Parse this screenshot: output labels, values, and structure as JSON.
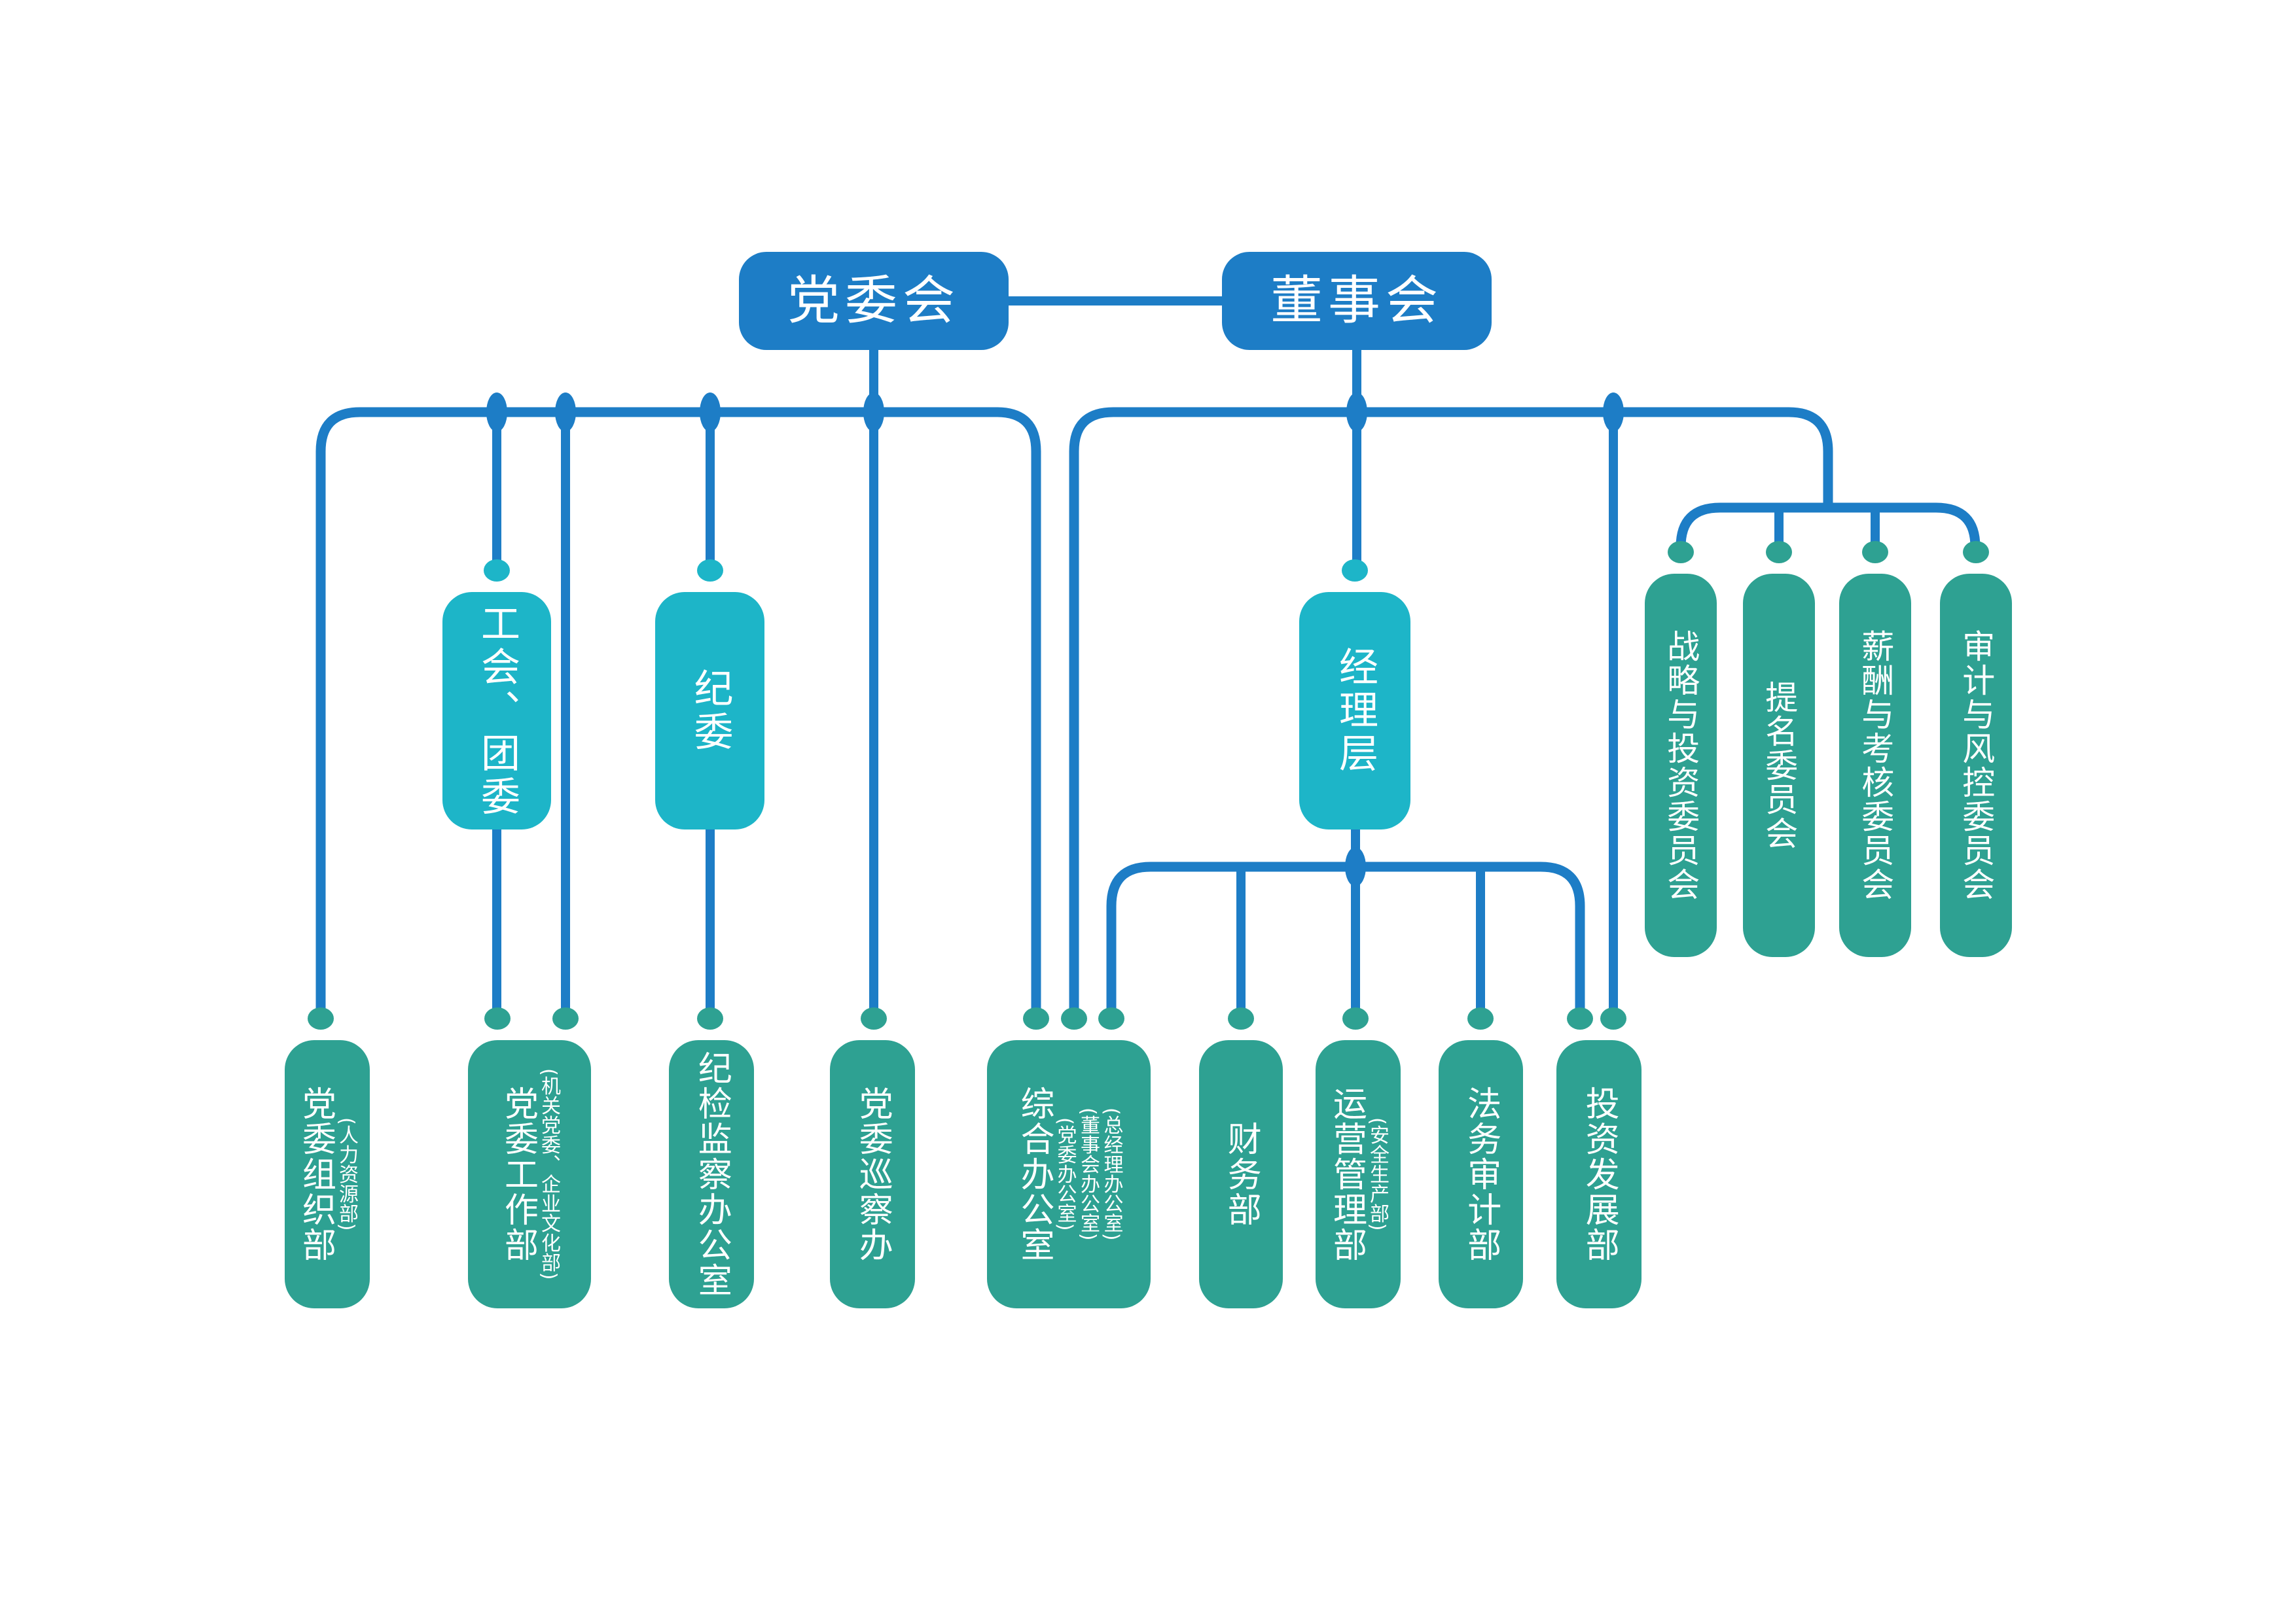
{
  "colors": {
    "node_blue": "#1d7dc6",
    "node_cyan": "#1db5c8",
    "node_green": "#2ea192",
    "connector_blue": "#1d7dc6",
    "label_text": "#ffffff",
    "background": "#ffffff"
  },
  "top_nodes": {
    "party_committee": {
      "label": "党委会"
    },
    "board": {
      "label": "董事会"
    }
  },
  "mid_nodes": {
    "union_youth_league": {
      "label": "工会、团委"
    },
    "discipline_committee": {
      "label": "纪委"
    },
    "management_level": {
      "label": "经理层"
    }
  },
  "committees": [
    {
      "label": "战略与投资委员会"
    },
    {
      "label": "提名委员会"
    },
    {
      "label": "薪酬与考核委员会"
    },
    {
      "label": "审计与风控委员会"
    }
  ],
  "departments": [
    {
      "label": "党委组织部",
      "sublabels": [
        "(人力资源部)"
      ]
    },
    {
      "label": "党委工作部",
      "sublabels": [
        "(机关党委、企业文化部)"
      ]
    },
    {
      "label": "纪检监察办公室",
      "sublabels": []
    },
    {
      "label": "党委巡察办",
      "sublabels": []
    },
    {
      "label": "综合办公室",
      "sublabels": [
        "(总经理办公室)",
        "(董事会办公室)",
        "(党委办公室)"
      ]
    },
    {
      "label": "财务部",
      "sublabels": []
    },
    {
      "label": "运营管理部",
      "sublabels": [
        "(安全生产部)"
      ]
    },
    {
      "label": "法务审计部",
      "sublabels": []
    },
    {
      "label": "投资发展部",
      "sublabels": []
    }
  ]
}
